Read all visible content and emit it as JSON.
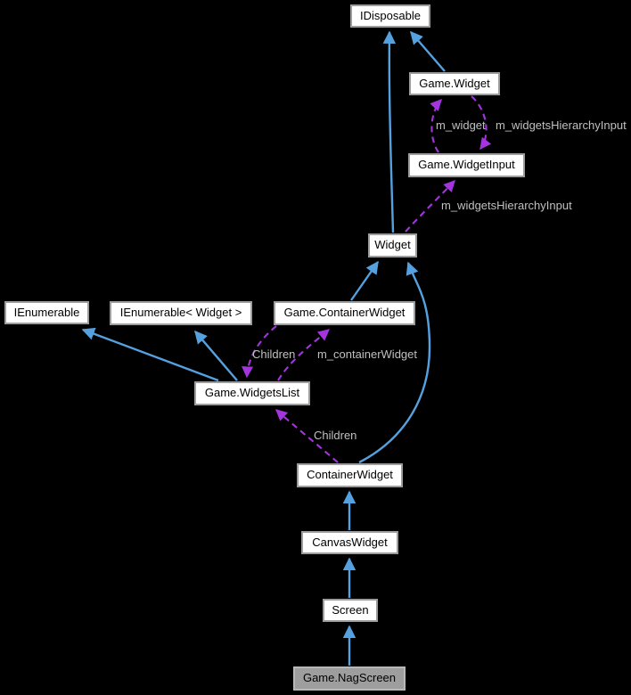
{
  "diagram": {
    "type": "collaboration-graph",
    "background_color": "#000000",
    "colors": {
      "inheritance_edge": "#55A1E0",
      "usage_edge": "#A334DE",
      "node_fill": "#FFFFFF",
      "node_border": "#9D9D9D",
      "current_node_fill": "#9E9E9E",
      "current_node_border": "#B8B8B8",
      "node_text": "#000000",
      "edge_label_text": "#C0C0C0"
    },
    "nodes": {
      "idisposable": {
        "label": "IDisposable"
      },
      "game_widget": {
        "label": "Game.Widget"
      },
      "game_widgetinput": {
        "label": "Game.WidgetInput"
      },
      "widget": {
        "label": "Widget"
      },
      "ienumerable": {
        "label": "IEnumerable"
      },
      "ienumerable_widget": {
        "label": "IEnumerable< Widget >"
      },
      "game_containerwidget": {
        "label": "Game.ContainerWidget"
      },
      "game_widgetslist": {
        "label": "Game.WidgetsList"
      },
      "containerwidget": {
        "label": "ContainerWidget"
      },
      "canvaswidget": {
        "label": "CanvasWidget"
      },
      "screen": {
        "label": "Screen"
      },
      "game_nagscreen": {
        "label": "Game.NagScreen",
        "current": true
      }
    },
    "edge_labels": {
      "m_widget": "m_widget",
      "m_widgets_hierarchy_input_top": "m_widgetsHierarchyInput",
      "m_widgets_hierarchy_input_mid": "m_widgetsHierarchyInput",
      "children_upper": "Children",
      "m_container_widget": "m_containerWidget",
      "children_lower": "Children"
    },
    "edges": [
      {
        "from": "Widget",
        "to": "IDisposable",
        "relation": "inheritance"
      },
      {
        "from": "Game.Widget",
        "to": "IDisposable",
        "relation": "inheritance"
      },
      {
        "from": "Game.WidgetInput",
        "to": "Game.Widget",
        "relation": "usage",
        "label": "m_widget"
      },
      {
        "from": "Game.Widget",
        "to": "Game.WidgetInput",
        "relation": "usage",
        "label": "m_widgetsHierarchyInput"
      },
      {
        "from": "Widget",
        "to": "Game.WidgetInput",
        "relation": "usage",
        "label": "m_widgetsHierarchyInput"
      },
      {
        "from": "Game.ContainerWidget",
        "to": "Widget",
        "relation": "inheritance"
      },
      {
        "from": "ContainerWidget",
        "to": "Widget",
        "relation": "inheritance"
      },
      {
        "from": "Game.WidgetsList",
        "to": "IEnumerable",
        "relation": "inheritance"
      },
      {
        "from": "Game.WidgetsList",
        "to": "IEnumerable< Widget >",
        "relation": "inheritance"
      },
      {
        "from": "Game.ContainerWidget",
        "to": "Game.WidgetsList",
        "relation": "usage",
        "label": "Children"
      },
      {
        "from": "Game.WidgetsList",
        "to": "Game.ContainerWidget",
        "relation": "usage",
        "label": "m_containerWidget"
      },
      {
        "from": "ContainerWidget",
        "to": "Game.WidgetsList",
        "relation": "usage",
        "label": "Children"
      },
      {
        "from": "CanvasWidget",
        "to": "ContainerWidget",
        "relation": "inheritance"
      },
      {
        "from": "Screen",
        "to": "CanvasWidget",
        "relation": "inheritance"
      },
      {
        "from": "Game.NagScreen",
        "to": "Screen",
        "relation": "inheritance"
      }
    ]
  }
}
